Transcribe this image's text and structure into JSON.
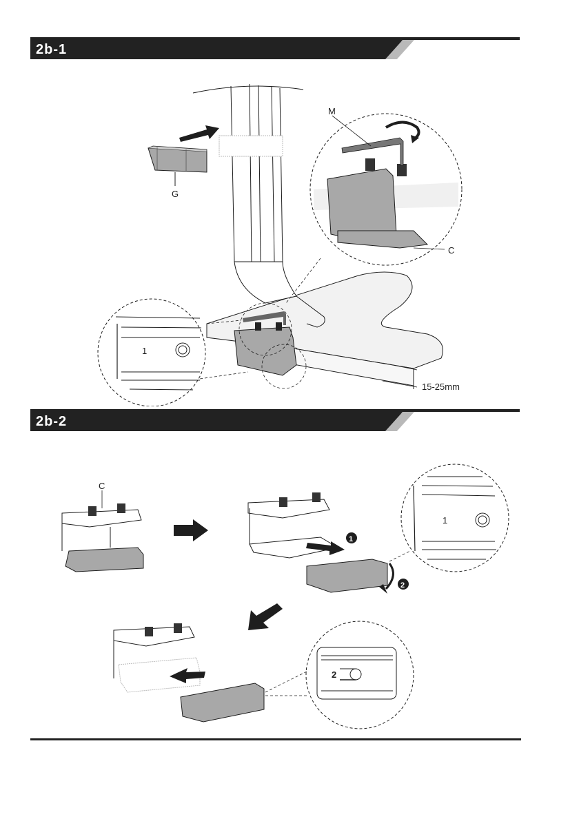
{
  "sections": [
    {
      "id": "2b-1",
      "title": "2b-1",
      "labels": {
        "grommet": "G",
        "hex_key": "M",
        "clamp": "C",
        "desk_thickness": "15-25mm",
        "detail_number": "1"
      }
    },
    {
      "id": "2b-2",
      "title": "2b-2",
      "labels": {
        "clamp": "C",
        "step_one": "1",
        "step_two": "2",
        "detail_number_before": "1",
        "detail_number_after": "2"
      }
    }
  ],
  "colors": {
    "bar": "#222222",
    "bar_accent": "#b9b9b9",
    "part_fill": "#a8a8a8",
    "desk_fill": "#f2f2f2",
    "line": "#1e1e1e"
  }
}
